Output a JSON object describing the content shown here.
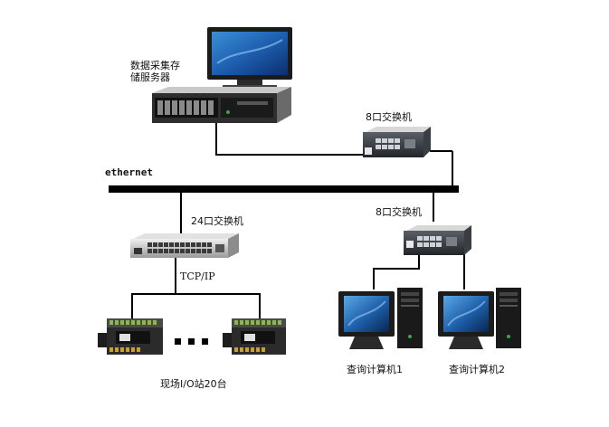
{
  "labels": {
    "server": [
      "数据采集存",
      "储服务器"
    ],
    "switch_top": "8口交换机",
    "ethernet": "ethernet",
    "switch_24": "24口交换机",
    "switch_right": "8口交换机",
    "tcpip": "TCP/IP",
    "dots": "▪ ▪ ▪",
    "io_stations": "现场I/O站20台",
    "query1": "查询计算机1",
    "query2": "查询计算机2"
  },
  "icons": {
    "monitor": "monitor-icon",
    "server": "rack-server-icon",
    "switch": "network-switch-icon",
    "plc": "plc-io-module-icon",
    "pc": "desktop-computer-icon"
  }
}
